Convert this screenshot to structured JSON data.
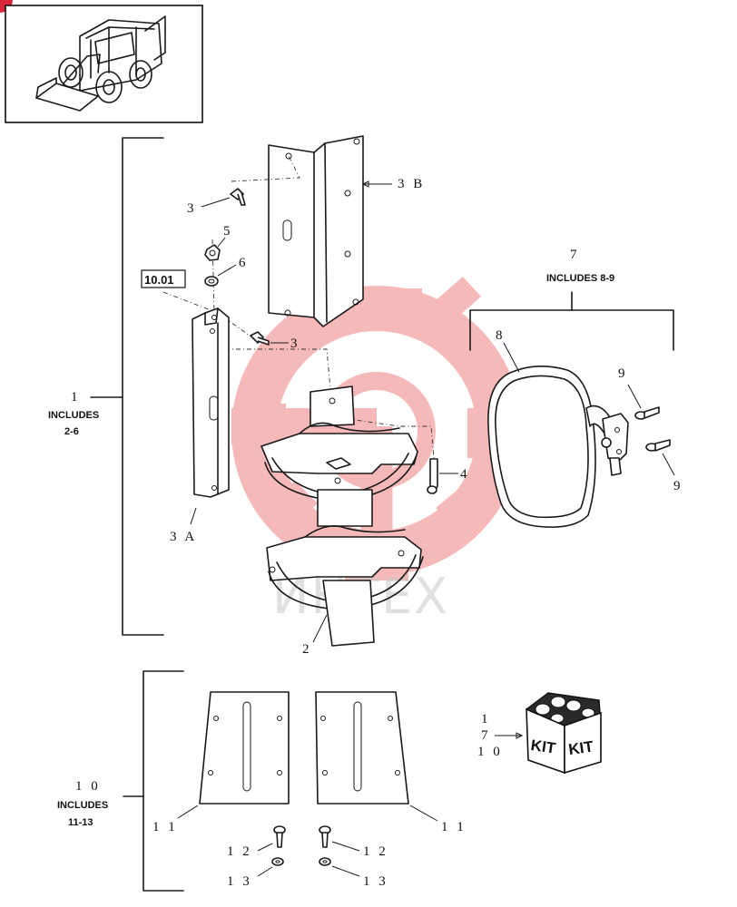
{
  "callouts": {
    "c1": "1",
    "c1_includes": "INCLUDES",
    "c1_range": "2-6",
    "c2": "2",
    "c3_top": "3",
    "c3_mid": "3",
    "c3a": "3 A",
    "c3b": "3 B",
    "c4": "4",
    "c5": "5",
    "c6": "6",
    "c7": "7",
    "c7_includes": "INCLUDES 8-9",
    "c8": "8",
    "c9_top": "9",
    "c9_bottom": "9",
    "c10": "1 0",
    "c10_includes": "INCLUDES",
    "c10_range": "11-13",
    "c11_left": "1 1",
    "c11_right": "1 1",
    "c12_left": "1 2",
    "c12_right": "1 2",
    "c13_left": "1 3",
    "c13_right": "1 3"
  },
  "reference_box": "10.01",
  "kit": {
    "label_1": "1",
    "label_7": "7",
    "label_10": "1 0",
    "word_left": "KIT",
    "word_right": "KIT"
  },
  "watermark": "ИНТЕХ",
  "colors": {
    "line": "#1a1a1a",
    "watermark_red": "#f08080",
    "corner_badge": "#d9263a"
  },
  "icons": [
    "skid-steer-loader-icon",
    "gear-watermark-icon",
    "kit-box-icon",
    "bolt-icon",
    "nut-icon",
    "washer-icon"
  ]
}
